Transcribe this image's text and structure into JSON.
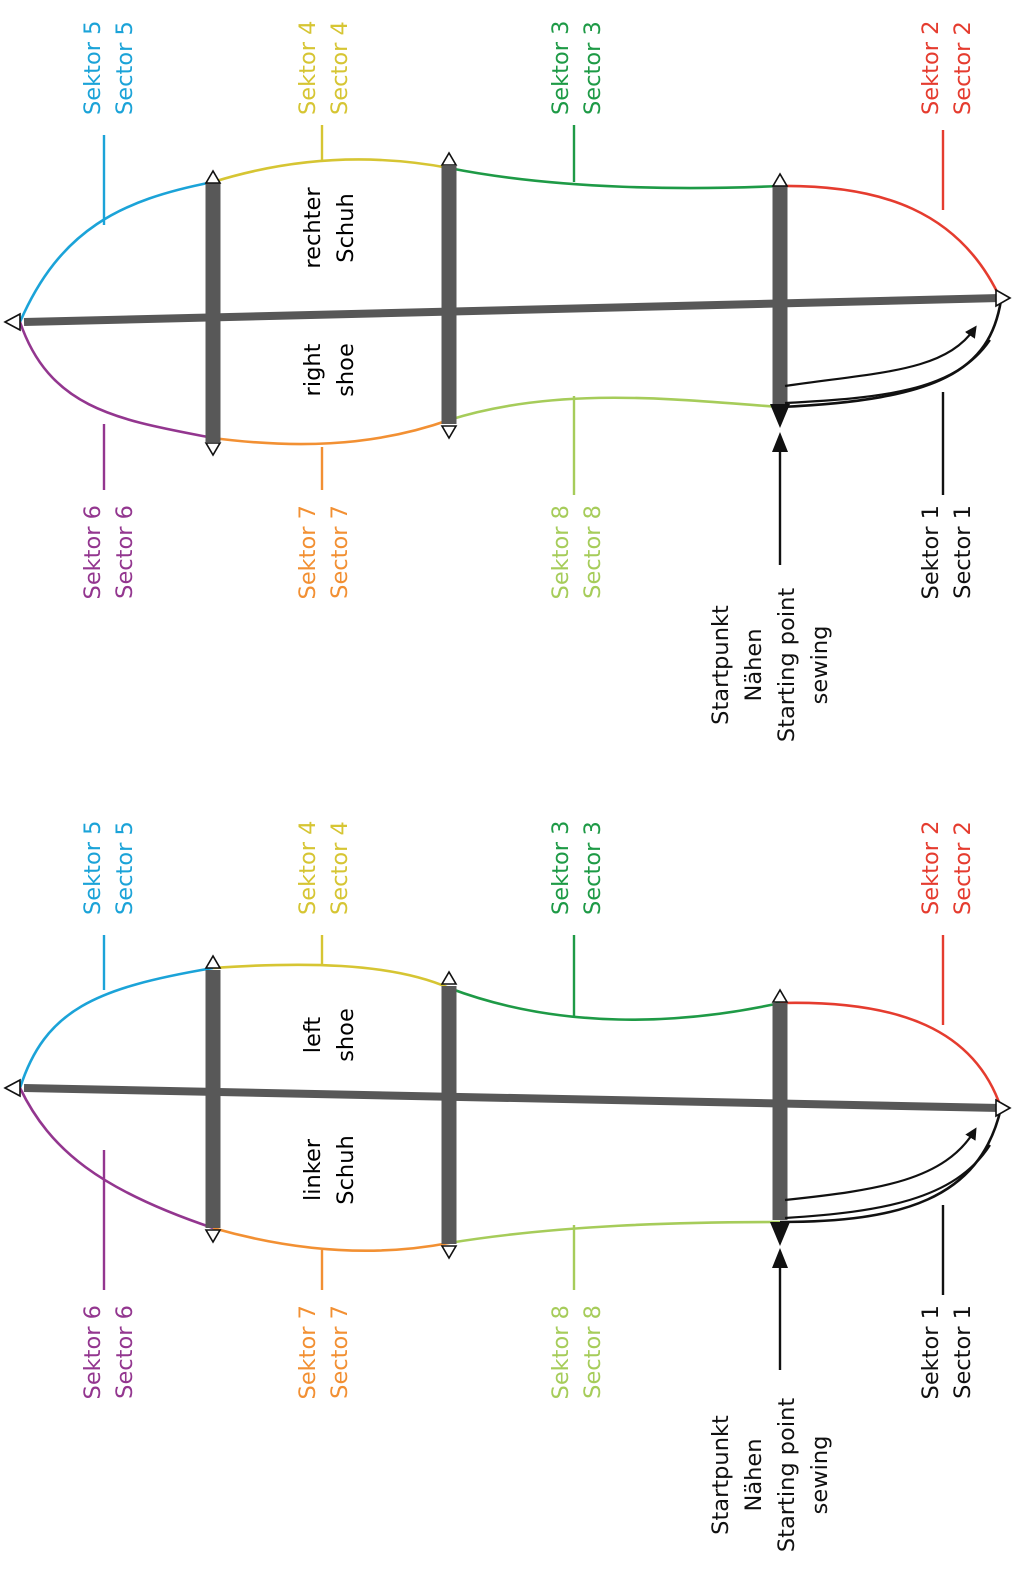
{
  "colors": {
    "sector1": "#111111",
    "sector2": "#e53c2f",
    "sector3": "#1e9a46",
    "sector4": "#d6c533",
    "sector5": "#1ba3d8",
    "sector6": "#93368f",
    "sector7": "#f29033",
    "sector8": "#a6cc5a",
    "bars": "#585858"
  },
  "right_shoe": {
    "inside_label": {
      "line1": "rechter",
      "line2": "Schuh"
    },
    "outside_label": {
      "line1": "right",
      "line2": "shoe"
    },
    "sectors": {
      "s1": {
        "de": "Sektor 1",
        "en": "Sector 1"
      },
      "s2": {
        "de": "Sektor 2",
        "en": "Sector 2"
      },
      "s3": {
        "de": "Sektor 3",
        "en": "Sector 3"
      },
      "s4": {
        "de": "Sektor 4",
        "en": "Sector 4"
      },
      "s5": {
        "de": "Sektor 5",
        "en": "Sector 5"
      },
      "s6": {
        "de": "Sektor 6",
        "en": "Sector 6"
      },
      "s7": {
        "de": "Sektor 7",
        "en": "Sector 7"
      },
      "s8": {
        "de": "Sektor 8",
        "en": "Sector 8"
      }
    },
    "start": {
      "line1": "Startpunkt",
      "line2": "Nähen",
      "line3": "Starting point",
      "line4": "sewing"
    }
  },
  "left_shoe": {
    "inside_label": {
      "line1": "linker",
      "line2": "Schuh"
    },
    "outside_label": {
      "line1": "left",
      "line2": "shoe"
    },
    "sectors": {
      "s1": {
        "de": "Sektor 1",
        "en": "Sector 1"
      },
      "s2": {
        "de": "Sektor 2",
        "en": "Sector 2"
      },
      "s3": {
        "de": "Sektor 3",
        "en": "Sector 3"
      },
      "s4": {
        "de": "Sektor 4",
        "en": "Sector 4"
      },
      "s5": {
        "de": "Sektor 5",
        "en": "Sector 5"
      },
      "s6": {
        "de": "Sektor 6",
        "en": "Sector 6"
      },
      "s7": {
        "de": "Sektor 7",
        "en": "Sector 7"
      },
      "s8": {
        "de": "Sektor 8",
        "en": "Sector 8"
      }
    },
    "start": {
      "line1": "Startpunkt",
      "line2": "Nähen",
      "line3": "Starting point",
      "line4": "sewing"
    }
  }
}
